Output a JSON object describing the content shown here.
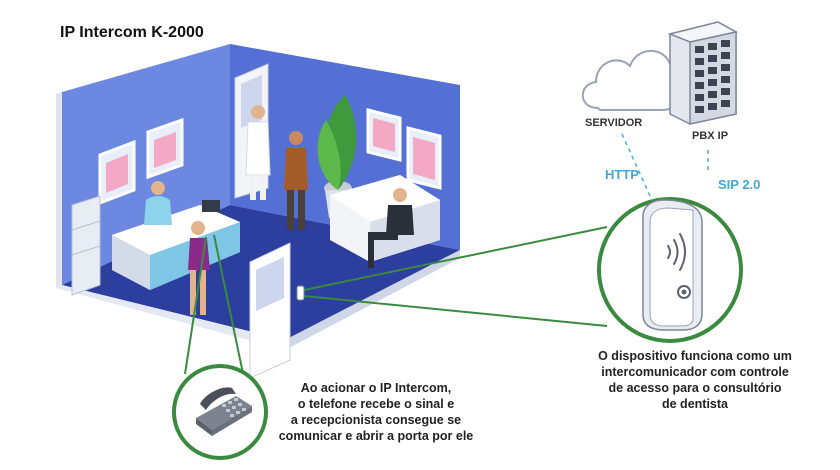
{
  "title": "IP Intercom K-2000",
  "labels": {
    "server": "SERVIDOR",
    "pbx": "PBX IP",
    "http": "HTTP",
    "sip": "SIP 2.0"
  },
  "device_description": [
    "O dispositivo funciona como um",
    "intercomunicador com controle",
    "de acesso para o consultório",
    "de dentista"
  ],
  "phone_description": [
    "Ao acionar o IP Intercom,",
    "o telefone recebe o sinal e",
    "a recepcionista consegue se",
    "comunicar e abrir a porta por ele"
  ],
  "colors": {
    "accent_green": "#3a8a3f",
    "protocol_blue": "#3fa9d6",
    "wall_blue": "#5a78d8",
    "floor_navy": "#2c3f9e"
  }
}
